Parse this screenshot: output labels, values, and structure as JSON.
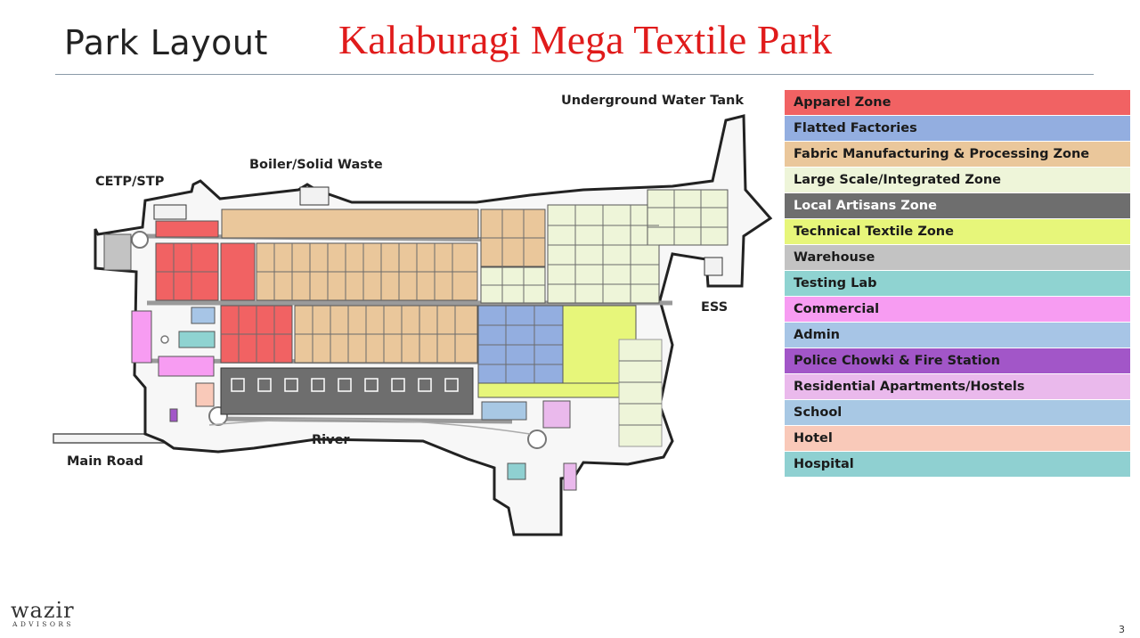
{
  "header": {
    "title": "Park Layout",
    "subtitle": "Kalaburagi Mega Textile Park"
  },
  "map_labels": {
    "underground_water_tank": "Underground Water Tank",
    "boiler_solid_waste": "Boiler/Solid Waste",
    "cetp_stp": "CETP/STP",
    "ess": "ESS",
    "river": "River",
    "main_road": "Main Road"
  },
  "legend": [
    {
      "label": "Apparel Zone",
      "color": "#f16263"
    },
    {
      "label": "Flatted Factories",
      "color": "#93aee0"
    },
    {
      "label": "Fabric Manufacturing & Processing Zone",
      "color": "#eac79b"
    },
    {
      "label": "Large Scale/Integrated Zone",
      "color": "#eef5d9"
    },
    {
      "label": "Local Artisans Zone",
      "color": "#6e6e6e",
      "text_color": "#ffffff"
    },
    {
      "label": "Technical Textile Zone",
      "color": "#e7f67a"
    },
    {
      "label": "Warehouse",
      "color": "#c3c3c3"
    },
    {
      "label": "Testing Lab",
      "color": "#8fd3d1"
    },
    {
      "label": "Commercial",
      "color": "#f79cf2"
    },
    {
      "label": "Admin",
      "color": "#a7c5e6"
    },
    {
      "label": "Police Chowki & Fire Station",
      "color": "#a256c8"
    },
    {
      "label": "Residential Apartments/Hostels",
      "color": "#eab9ec"
    },
    {
      "label": "School",
      "color": "#a8c8e4"
    },
    {
      "label": "Hotel",
      "color": "#f9c9b9"
    },
    {
      "label": "Hospital",
      "color": "#8fd0d1"
    }
  ],
  "footer": {
    "logo_main": "wazir",
    "logo_sub": "ADVISORS",
    "page_number": "3"
  }
}
